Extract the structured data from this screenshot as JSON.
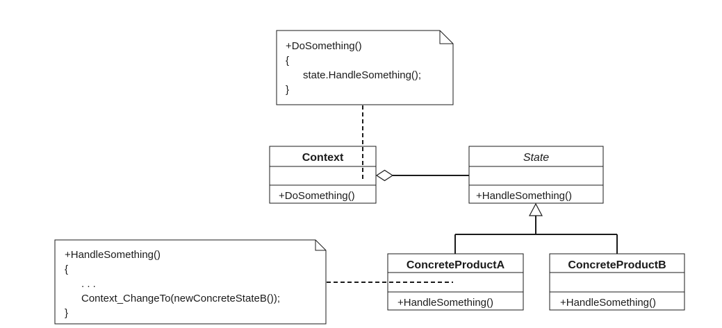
{
  "notes": {
    "context_note": {
      "lines": [
        "+DoSomething()",
        "{",
        "state.HandleSomething();",
        "}"
      ]
    },
    "state_note": {
      "lines": [
        "+HandleSomething()",
        "{",
        ". . .",
        "Context_ChangeTo(newConcreteStateB());",
        "}"
      ]
    }
  },
  "classes": {
    "context": {
      "name": "Context",
      "method": "+DoSomething()"
    },
    "state": {
      "name": "State",
      "method": "+HandleSomething()"
    },
    "concrete_a": {
      "name": "ConcreteProductA",
      "method": "+HandleSomething()"
    },
    "concrete_b": {
      "name": "ConcreteProductB",
      "method": "+HandleSomething()"
    }
  }
}
